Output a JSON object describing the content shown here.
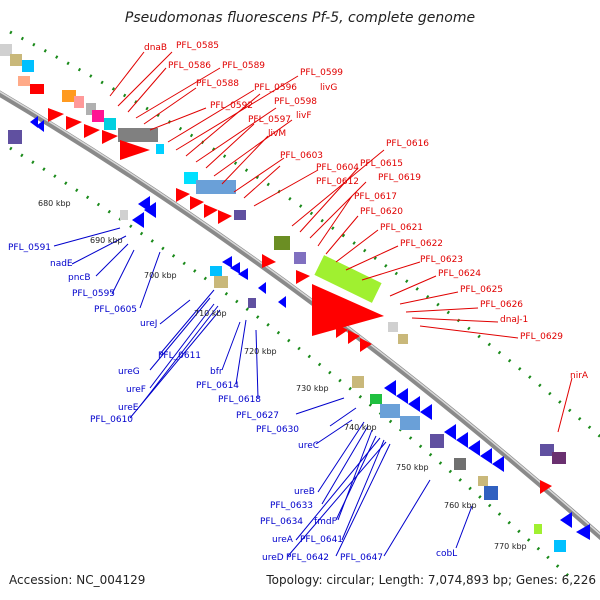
{
  "title": "Pseudomonas fluorescens Pf-5, complete genome",
  "accession": "Accession: NC_004129",
  "topology": "Topology: circular; Length: 7,074,893 bp; Genes: 6,226",
  "colors": {
    "backbone": "#9a9a9a",
    "forward_label": "#e00000",
    "reverse_label": "#0000cc",
    "dotted_ring": "#1a8a1a",
    "forward_gene": "#ff0000",
    "reverse_gene": "#0000ff"
  },
  "scale_ticks": [
    {
      "label": "680 kbp"
    },
    {
      "label": "690 kbp"
    },
    {
      "label": "700 kbp"
    },
    {
      "label": "710 kbp"
    },
    {
      "label": "720 kbp"
    },
    {
      "label": "730 kbp"
    },
    {
      "label": "740 kbp"
    },
    {
      "label": "750 kbp"
    },
    {
      "label": "760 kbp"
    },
    {
      "label": "770 kbp"
    }
  ],
  "forward_labels": [
    "dnaB",
    "PFL_0585",
    "PFL_0586",
    "PFL_0589",
    "PFL_0588",
    "PFL_0599",
    "PFL_0596",
    "livG",
    "PFL_0592",
    "PFL_0598",
    "PFL_0597",
    "livF",
    "livM",
    "PFL_0616",
    "PFL_0603",
    "PFL_0615",
    "PFL_0604",
    "PFL_0612",
    "PFL_0619",
    "PFL_0617",
    "PFL_0620",
    "PFL_0621",
    "PFL_0622",
    "PFL_0623",
    "PFL_0624",
    "PFL_0625",
    "PFL_0626",
    "dnaJ-1",
    "PFL_0629",
    "nirA"
  ],
  "reverse_labels": [
    "PFL_0591",
    "nadE",
    "pncB",
    "PFL_0595",
    "PFL_0605",
    "ureJ",
    "PFL_0611",
    "ureG",
    "ureF",
    "ureE",
    "PFL_0610",
    "bfr",
    "PFL_0614",
    "PFL_0618",
    "PFL_0627",
    "PFL_0630",
    "ureC",
    "ureB",
    "PFL_0633",
    "PFL_0634",
    "fmdF",
    "ureA",
    "PFL_0641",
    "ureD",
    "PFL_0642",
    "PFL_0647",
    "cobL"
  ]
}
